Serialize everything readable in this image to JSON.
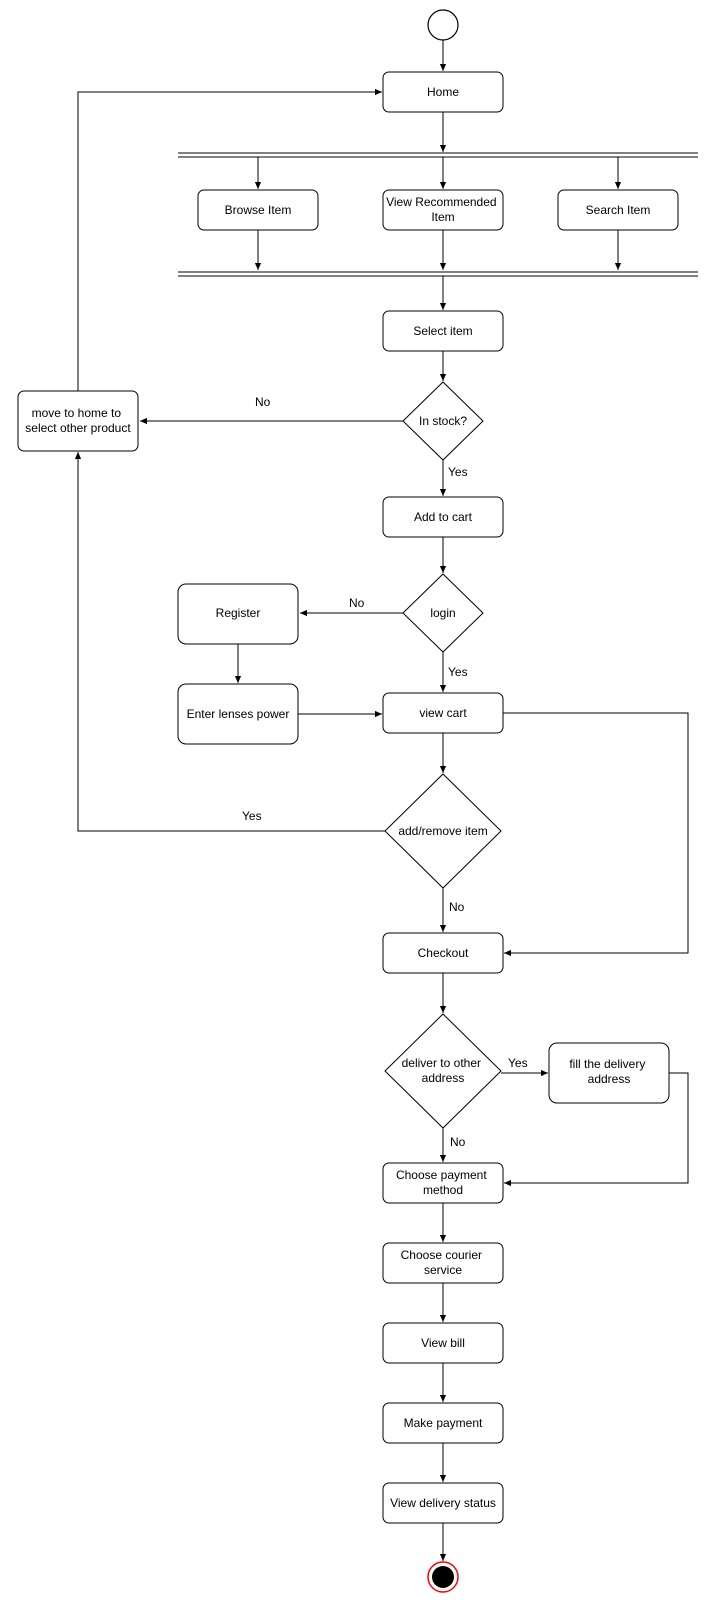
{
  "diagram": {
    "home": "Home",
    "browse_item": "Browse Item",
    "view_recommended_item": [
      "View Recommended",
      "Item"
    ],
    "search_item": "Search Item",
    "select_item": "Select item",
    "in_stock": "In stock?",
    "move_home": [
      "move to home to",
      "select  other product"
    ],
    "add_to_cart": "Add to cart",
    "login": "login",
    "register": "Register",
    "enter_lenses_power": "Enter lenses power",
    "view_cart": "view cart",
    "add_remove_item": "add/remove item",
    "checkout": "Checkout",
    "deliver_other_address": [
      "deliver to other",
      "address"
    ],
    "fill_delivery_address": [
      "fill the delivery",
      "address"
    ],
    "choose_payment_method": [
      "Choose payment",
      "method"
    ],
    "choose_courier_service": [
      "Choose courier",
      "service"
    ],
    "view_bill": "View bill",
    "make_payment": "Make payment",
    "view_delivery_status": "View delivery status"
  },
  "edge_labels": {
    "in_stock_no": "No",
    "in_stock_yes": "Yes",
    "login_no": "No",
    "login_yes": "Yes",
    "add_remove_yes": "Yes",
    "add_remove_no": "No",
    "deliver_yes": "Yes",
    "deliver_no": "No"
  },
  "colors": {
    "stroke": "#000000",
    "fill": "#ffffff",
    "end_ring": "#ff0000",
    "end_dot": "#000000"
  }
}
